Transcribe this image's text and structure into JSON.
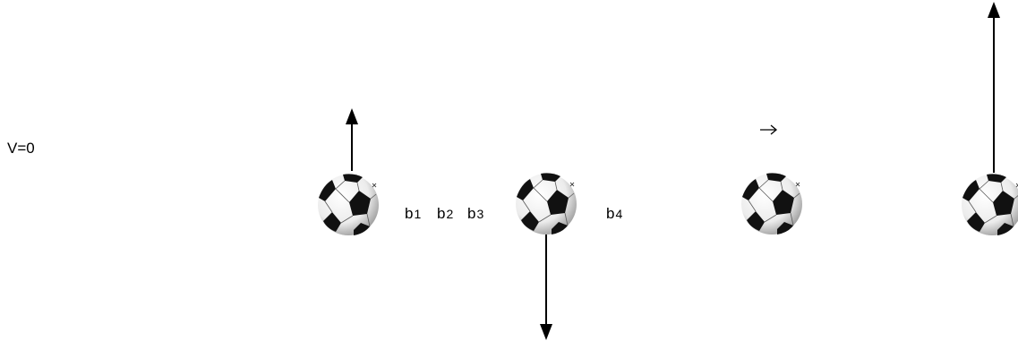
{
  "velocity_label": "V=0",
  "ball_labels": [
    {
      "letter": "b",
      "index": "1"
    },
    {
      "letter": "b",
      "index": "2"
    },
    {
      "letter": "b",
      "index": "3"
    },
    {
      "letter": "b",
      "index": "4"
    }
  ],
  "balls": [
    {
      "name": "ball-1",
      "velocity_arrow": "up"
    },
    {
      "name": "ball-2",
      "velocity_arrow": "down"
    },
    {
      "name": "ball-3",
      "velocity_arrow": "small-right"
    },
    {
      "name": "ball-4",
      "velocity_arrow": "up-long"
    }
  ],
  "colors": {
    "ink": "#000000",
    "background": "#ffffff",
    "ball_white": "#f4f4f4",
    "ball_shade": "#9a9a9a"
  }
}
